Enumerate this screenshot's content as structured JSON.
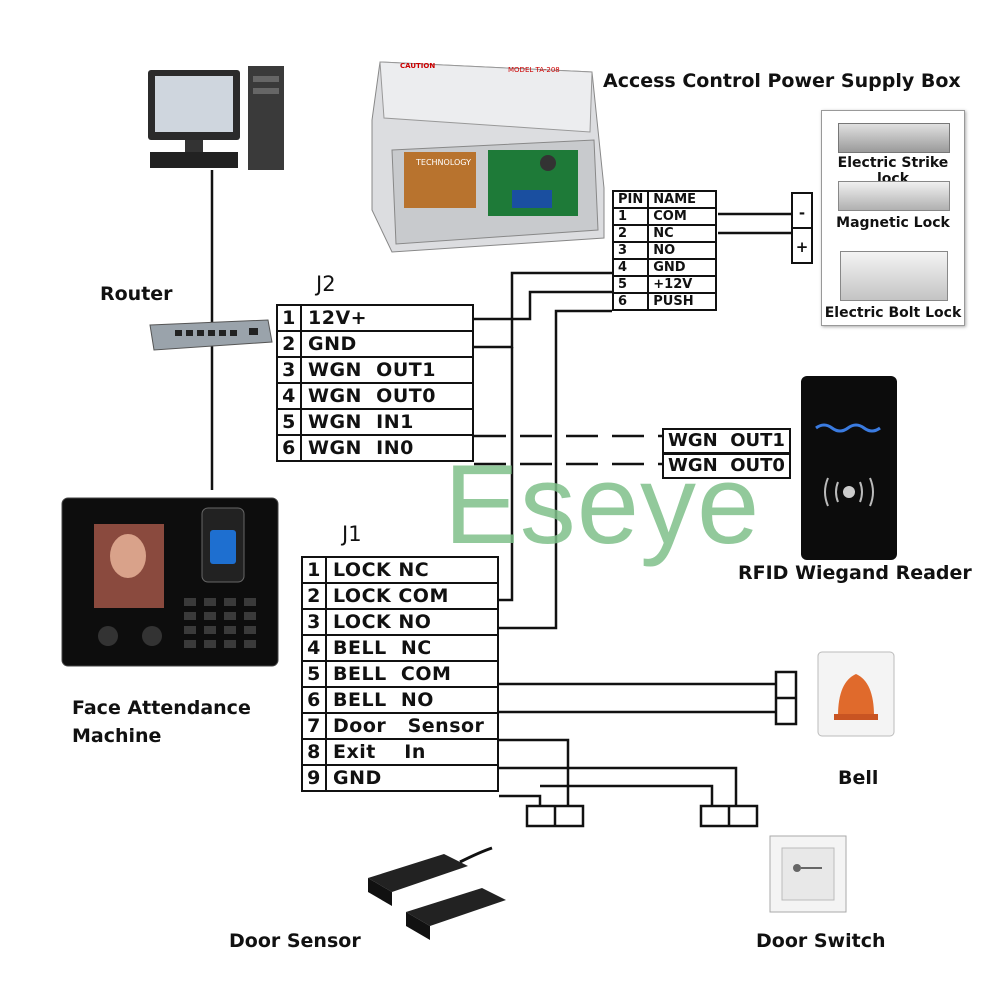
{
  "labels": {
    "power_box": "Access Control Power Supply Box",
    "router": "Router",
    "face_machine": "Face Attendance\nMachine",
    "rfid": "RFID Wiegand Reader",
    "bell": "Bell",
    "door_sensor": "Door Sensor",
    "door_switch": "Door Switch",
    "watermark": "Eseye"
  },
  "locks": {
    "strike": "Electric Strike lock",
    "magnetic": "Magnetic Lock",
    "bolt": "Electric Bolt Lock",
    "polarity_minus": "-",
    "polarity_plus": "+"
  },
  "j2": {
    "title": "J2",
    "rows": [
      {
        "n": "1",
        "label": "12V+"
      },
      {
        "n": "2",
        "label": "GND"
      },
      {
        "n": "3",
        "label": "WGN  OUT1"
      },
      {
        "n": "4",
        "label": "WGN  OUT0"
      },
      {
        "n": "5",
        "label": "WGN  IN1"
      },
      {
        "n": "6",
        "label": "WGN  IN0"
      }
    ]
  },
  "j1": {
    "title": "J1",
    "rows": [
      {
        "n": "1",
        "label": "LOCK NC"
      },
      {
        "n": "2",
        "label": "LOCK COM"
      },
      {
        "n": "3",
        "label": "LOCK NO"
      },
      {
        "n": "4",
        "label": "BELL  NC"
      },
      {
        "n": "5",
        "label": "BELL  COM"
      },
      {
        "n": "6",
        "label": "BELL  NO"
      },
      {
        "n": "7",
        "label": "Door   Sensor"
      },
      {
        "n": "8",
        "label": "Exit    In"
      },
      {
        "n": "9",
        "label": "GND"
      }
    ]
  },
  "psu_pins": {
    "header": {
      "pin": "PIN",
      "name": "NAME"
    },
    "rows": [
      {
        "pin": "1",
        "name": "COM"
      },
      {
        "pin": "2",
        "name": "NC"
      },
      {
        "pin": "3",
        "name": "NO"
      },
      {
        "pin": "4",
        "name": "GND"
      },
      {
        "pin": "5",
        "name": "+12V"
      },
      {
        "pin": "6",
        "name": "PUSH"
      }
    ]
  },
  "wiegand": {
    "out1": "WGN  OUT1",
    "out0": "WGN  OUT0"
  },
  "psu_art": {
    "caution": "CAUTION",
    "model": "MODEL TA-208",
    "technology": "TECHNOLOGY"
  },
  "colors": {
    "watermark": "#7fc08a",
    "line": "#111111"
  }
}
